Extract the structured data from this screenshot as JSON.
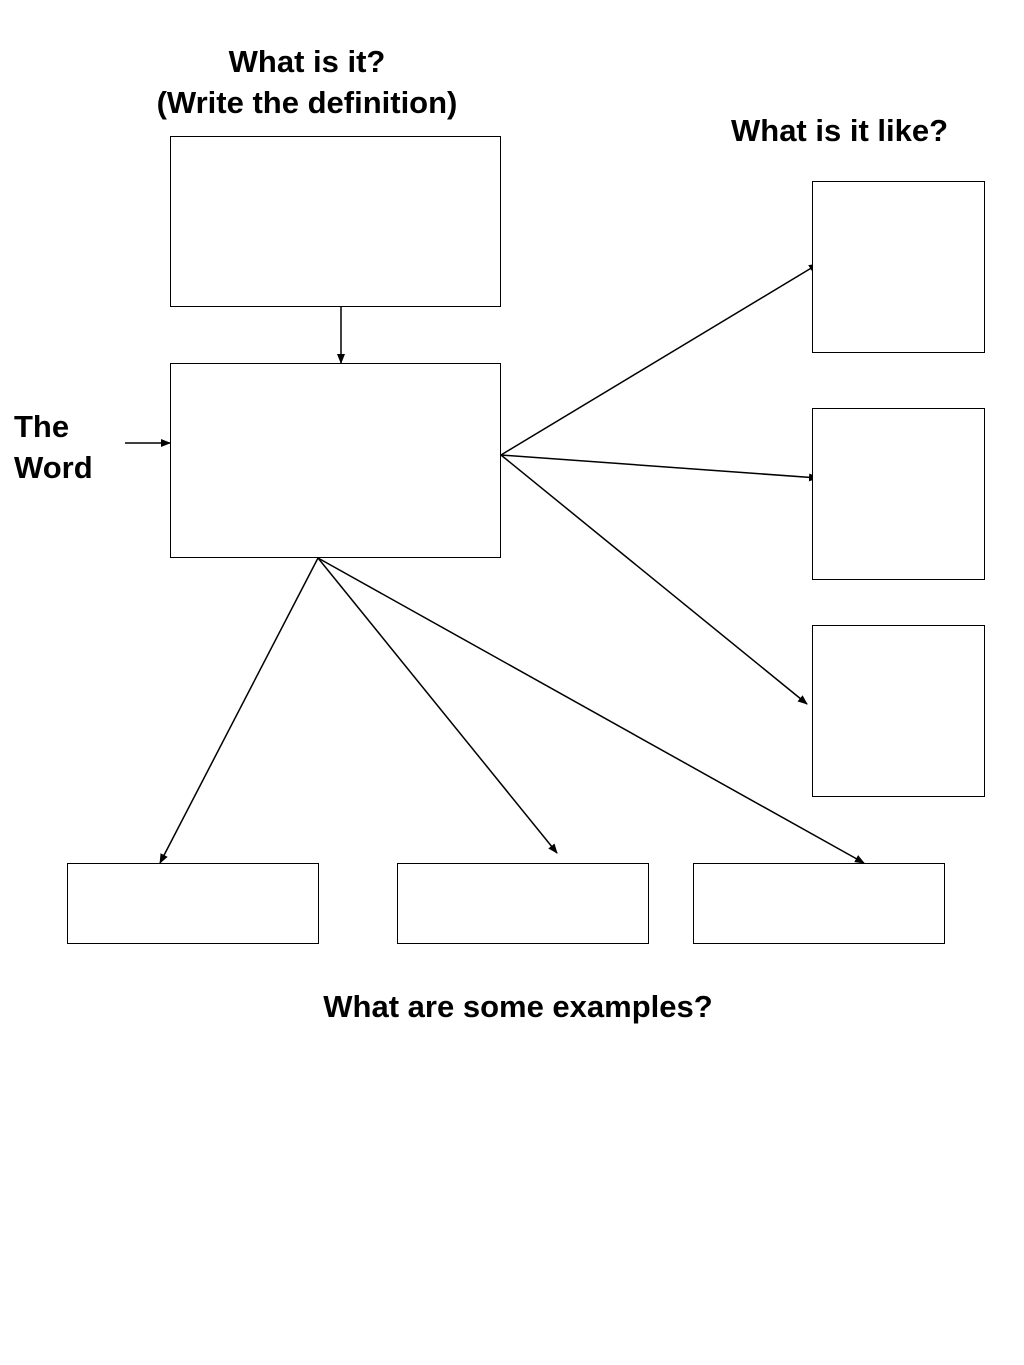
{
  "labels": {
    "definition_title_line1": "What is it?",
    "definition_title_line2": "(Write the definition)",
    "properties_title": "What is it like?",
    "word_label_line1": "The",
    "word_label_line2": "Word",
    "examples_title": "What are some examples?"
  },
  "colors": {
    "line": "#000000",
    "background": "#ffffff"
  }
}
